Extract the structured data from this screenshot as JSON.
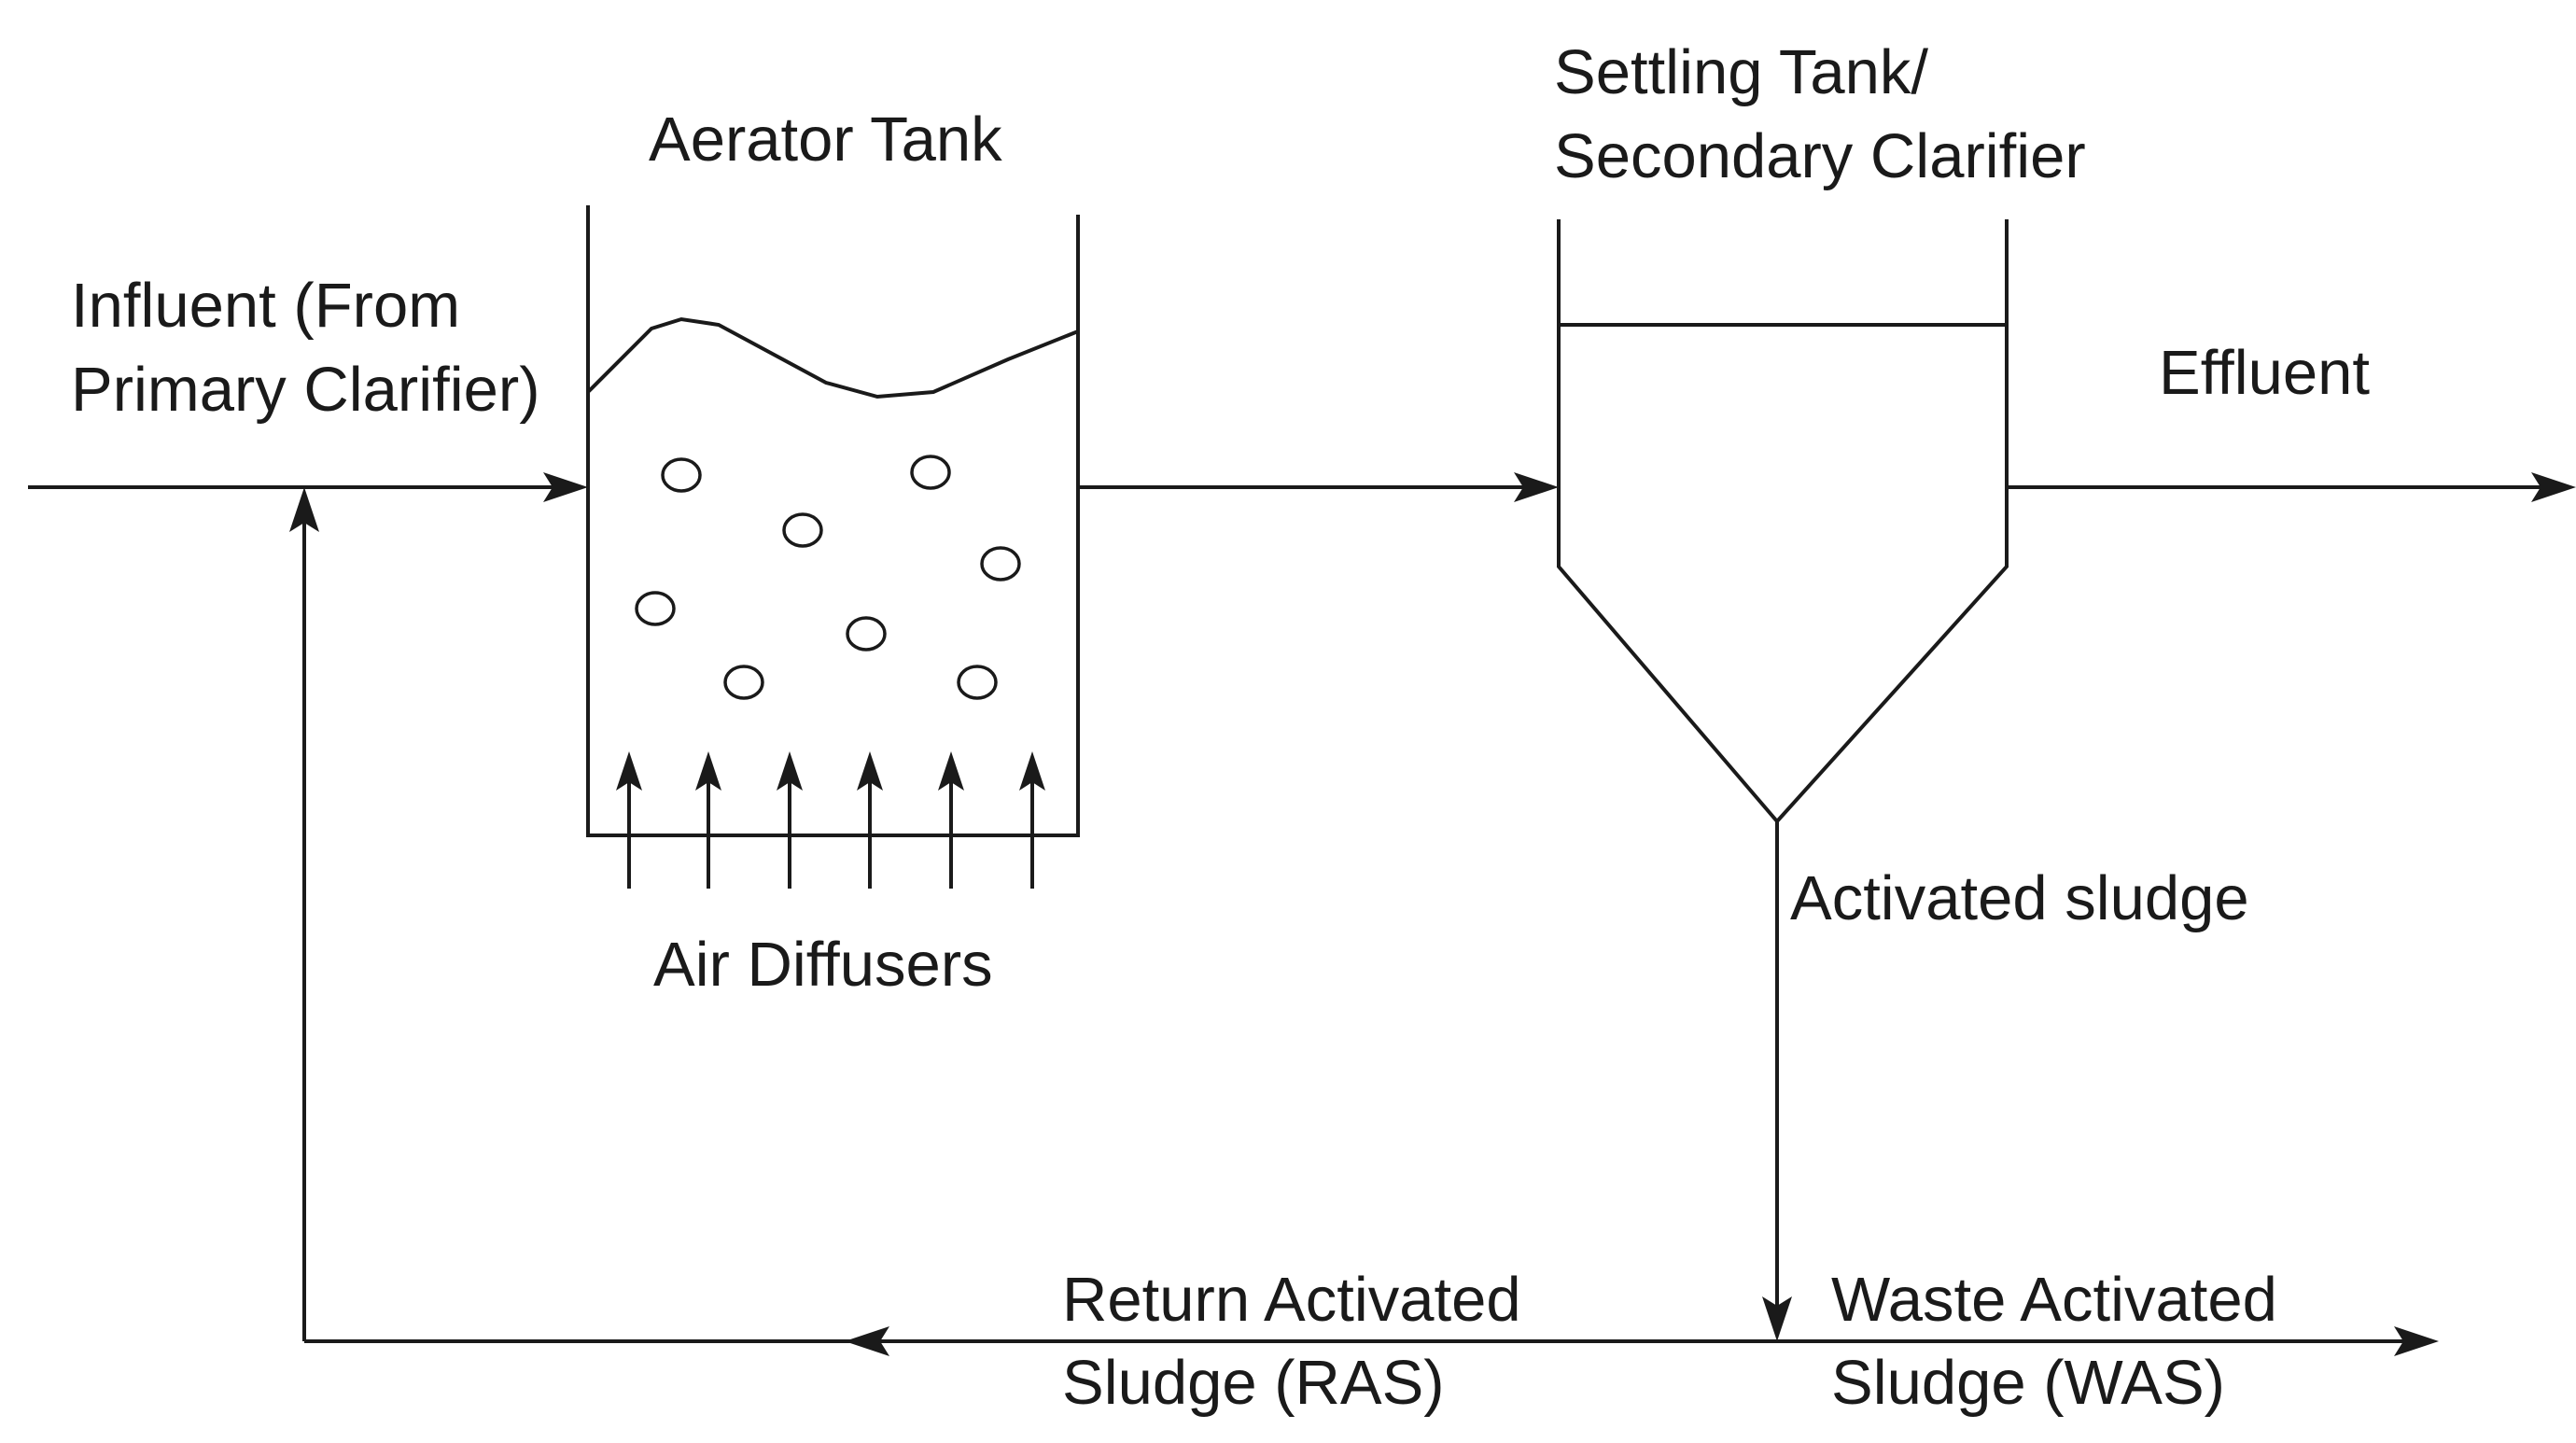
{
  "labels": {
    "aerator_tank": "Aerator Tank",
    "settling_tank_line1": "Settling Tank/",
    "settling_tank_line2": "Secondary Clarifier",
    "influent_line1": "Influent (From",
    "influent_line2": "Primary Clarifier)",
    "effluent": "Effluent",
    "activated_sludge": "Activated sludge",
    "air_diffusers": "Air Diffusers",
    "ras_line1": "Return Activated",
    "ras_line2": "Sludge (RAS)",
    "was_line1": "Waste Activated",
    "was_line2": "Sludge (WAS)"
  },
  "colors": {
    "stroke": "#1a1a1a",
    "background": "#ffffff"
  }
}
